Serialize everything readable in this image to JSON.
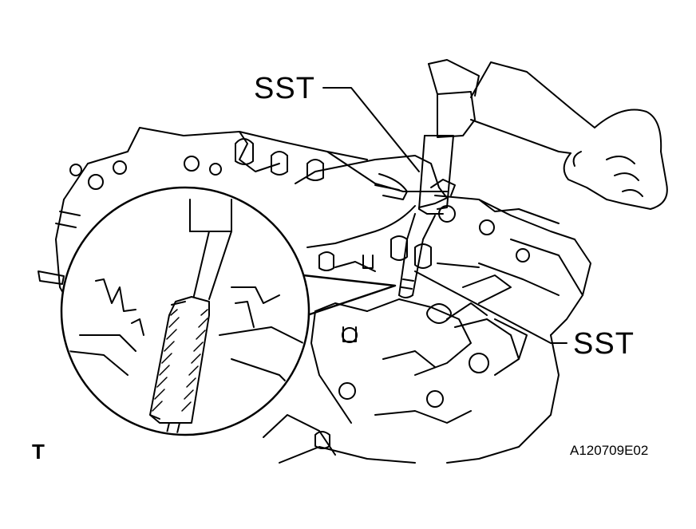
{
  "labels": {
    "sst_top": "SST",
    "sst_right": "SST",
    "corner_tag": "T",
    "figure_id": "A120709E02"
  },
  "icons": {
    "illustration": "engine-valve-guide-installation-illustration",
    "magnifier": "detail-magnifier-circle"
  },
  "colors": {
    "line": "#000000",
    "background": "#ffffff"
  }
}
